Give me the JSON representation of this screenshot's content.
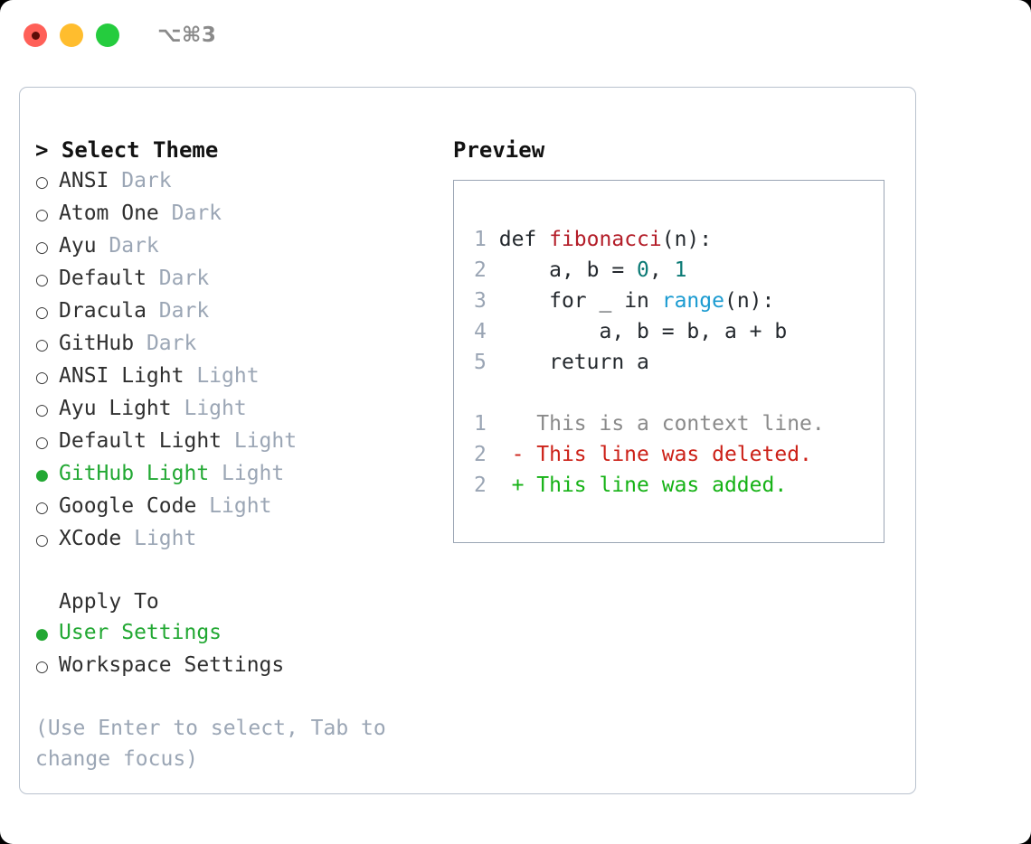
{
  "titlebar": {
    "shortcut": "⌥⌘3",
    "buttons": [
      {
        "name": "close",
        "color": "#ff6058"
      },
      {
        "name": "minimize",
        "color": "#ffbd2e"
      },
      {
        "name": "zoom",
        "color": "#25cc3e"
      }
    ]
  },
  "colors": {
    "accent_green": "#22a833",
    "muted": "#9ba6b5",
    "border": "#b9c2ce",
    "preview_border": "#9aa5b4",
    "text": "#2f2f2f",
    "heading": "#121212"
  },
  "theme_list": {
    "header": "> Select Theme",
    "items": [
      {
        "marker": "○",
        "label": "ANSI",
        "tag": "Dark",
        "selected": false
      },
      {
        "marker": "○",
        "label": "Atom One",
        "tag": "Dark",
        "selected": false
      },
      {
        "marker": "○",
        "label": "Ayu",
        "tag": "Dark",
        "selected": false
      },
      {
        "marker": "○",
        "label": "Default",
        "tag": "Dark",
        "selected": false
      },
      {
        "marker": "○",
        "label": "Dracula",
        "tag": "Dark",
        "selected": false
      },
      {
        "marker": "○",
        "label": "GitHub",
        "tag": "Dark",
        "selected": false
      },
      {
        "marker": "○",
        "label": "ANSI Light",
        "tag": "Light",
        "selected": false
      },
      {
        "marker": "○",
        "label": "Ayu Light",
        "tag": "Light",
        "selected": false
      },
      {
        "marker": "○",
        "label": "Default Light",
        "tag": "Light",
        "selected": false
      },
      {
        "marker": "●",
        "label": "GitHub Light",
        "tag": "Light",
        "selected": true
      },
      {
        "marker": "○",
        "label": "Google Code",
        "tag": "Light",
        "selected": false
      },
      {
        "marker": "○",
        "label": "XCode",
        "tag": "Light",
        "selected": false
      }
    ]
  },
  "apply_to": {
    "header": "Apply To",
    "items": [
      {
        "marker": "●",
        "label": "User Settings",
        "selected": true
      },
      {
        "marker": "○",
        "label": "Workspace Settings",
        "selected": false
      }
    ]
  },
  "hint": "(Use Enter to select, Tab to change focus)",
  "preview": {
    "title": "Preview",
    "code_lines": [
      {
        "number": "1",
        "tokens": [
          {
            "text": "def ",
            "type": "plain"
          },
          {
            "text": "fibonacci",
            "type": "fn"
          },
          {
            "text": "(n):",
            "type": "plain"
          }
        ]
      },
      {
        "number": "2",
        "tokens": [
          {
            "text": "    a, b = ",
            "type": "plain"
          },
          {
            "text": "0",
            "type": "num"
          },
          {
            "text": ", ",
            "type": "plain"
          },
          {
            "text": "1",
            "type": "num"
          }
        ]
      },
      {
        "number": "3",
        "tokens": [
          {
            "text": "    for _ in ",
            "type": "plain"
          },
          {
            "text": "range",
            "type": "call"
          },
          {
            "text": "(n):",
            "type": "plain"
          }
        ]
      },
      {
        "number": "4",
        "tokens": [
          {
            "text": "        a, b = b, a + b",
            "type": "plain"
          }
        ]
      },
      {
        "number": "5",
        "tokens": [
          {
            "text": "    return a",
            "type": "plain"
          }
        ]
      }
    ],
    "diff_lines": [
      {
        "number": "1",
        "text": "  This is a context line.",
        "type": "ctx"
      },
      {
        "number": "2",
        "text": "- This line was deleted.",
        "type": "del"
      },
      {
        "number": "2",
        "text": "+ This line was added.",
        "type": "add"
      }
    ]
  }
}
